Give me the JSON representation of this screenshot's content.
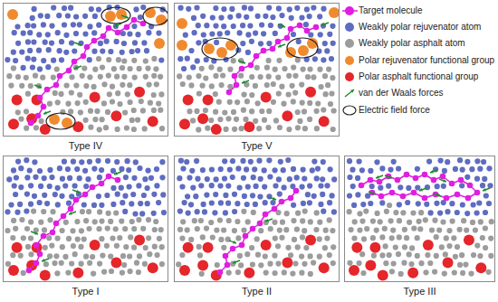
{
  "diagram": {
    "nodes": [
      {
        "text": [
          "Type IV"
        ]
      },
      {
        "text": [
          "Type V"
        ]
      },
      {
        "text": [
          "Type I"
        ]
      },
      {
        "text": [
          "Type II"
        ]
      },
      {
        "text": [
          "Type III"
        ]
      }
    ],
    "legend": [
      {
        "text": "Target molecule",
        "color": "#e01ee0"
      },
      {
        "text": "Weakly polar rejuvenator atom",
        "color": "#5f6cc0"
      },
      {
        "text": "Weakly polar asphalt atom",
        "color": "#9c9c9c"
      },
      {
        "text": "Polar rejuvenator functional group",
        "color": "#f08a2e"
      },
      {
        "text": "Polar asphalt functional group",
        "color": "#e5262a"
      },
      {
        "text": "van der Waals forces"
      },
      {
        "text": "Electric field force"
      }
    ]
  }
}
